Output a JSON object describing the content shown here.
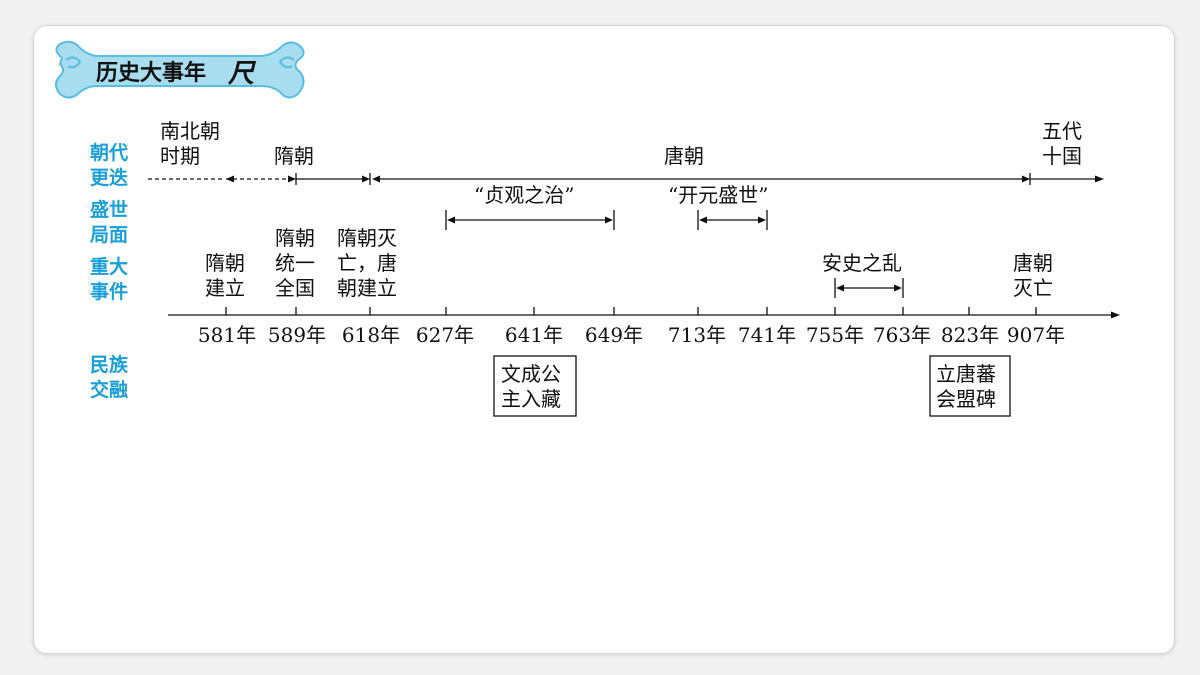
{
  "title": {
    "text": "历史大事年",
    "glyph": "尺"
  },
  "colors": {
    "accent": "#1aa0d8",
    "badge": "#a8dcef",
    "badge_stroke": "#5bbde3",
    "line": "#111111"
  },
  "categories": [
    {
      "lines": [
        "朝代",
        "更迭"
      ]
    },
    {
      "lines": [
        "盛世",
        "局面"
      ]
    },
    {
      "lines": [
        "重大",
        "事件"
      ]
    },
    {
      "lines": [
        "民族",
        "交融"
      ]
    }
  ],
  "years": [
    "581年",
    "589年",
    "618年",
    "627年",
    "641年",
    "649年",
    "713年",
    "741年",
    "755年",
    "763年",
    "823年",
    "907年"
  ],
  "dynasties": [
    {
      "lines": [
        "南北朝",
        "时期"
      ]
    },
    {
      "lines": [
        "隋朝"
      ]
    },
    {
      "lines": [
        "唐朝"
      ]
    },
    {
      "lines": [
        "五代",
        "十国"
      ]
    }
  ],
  "prosperity": [
    {
      "label": "“贞观之治”",
      "from": "627年",
      "to": "649年"
    },
    {
      "label": "“开元盛世”",
      "from": "713年",
      "to": "741年"
    }
  ],
  "events": [
    {
      "lines": [
        "隋朝",
        "建立"
      ]
    },
    {
      "lines": [
        "隋朝",
        "统一",
        "全国"
      ]
    },
    {
      "lines": [
        "隋朝灭",
        "亡，唐",
        "朝建立"
      ]
    },
    {
      "lines": [
        "安史之乱"
      ]
    },
    {
      "lines": [
        "唐朝",
        "灭亡"
      ]
    }
  ],
  "integration": [
    {
      "lines": [
        "文成公",
        "主入藏"
      ]
    },
    {
      "lines": [
        "立唐蕃",
        "会盟碑"
      ]
    }
  ]
}
